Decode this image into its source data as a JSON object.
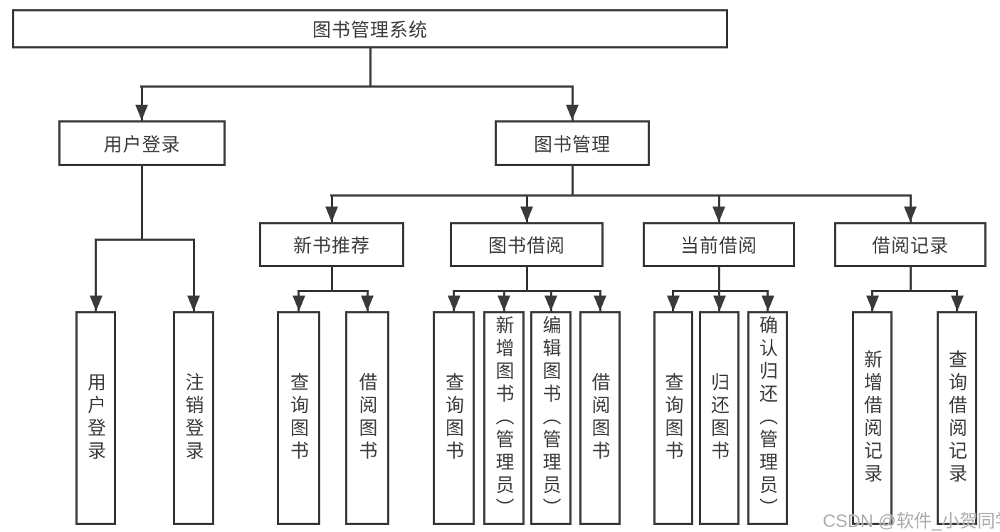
{
  "diagram_title": "图书管理系统",
  "tree": {
    "root": "图书管理系统",
    "level2": [
      "用户登录",
      "图书管理"
    ],
    "level3": [
      "新书推荐",
      "图书借阅",
      "当前借阅",
      "借阅记录"
    ],
    "leaves": {
      "user_login": [
        "用户登录",
        "注销登录"
      ],
      "new_book": [
        "查询图书",
        "借阅图书"
      ],
      "book_borrow": [
        "查询图书",
        "新增图书（管理员）",
        "编辑图书（管理员）",
        "借阅图书"
      ],
      "current_borrow": [
        "查询图书",
        "归还图书",
        "确认归还（管理员）"
      ],
      "borrow_record": [
        "新增借阅记录",
        "查询借阅记录"
      ]
    }
  },
  "watermark": "CSDN @软件_小贺同学",
  "colors": {
    "line": "#3a3a3a",
    "text": "#3c3c3c",
    "watermark": "#adadad",
    "background": "#ffffff"
  }
}
